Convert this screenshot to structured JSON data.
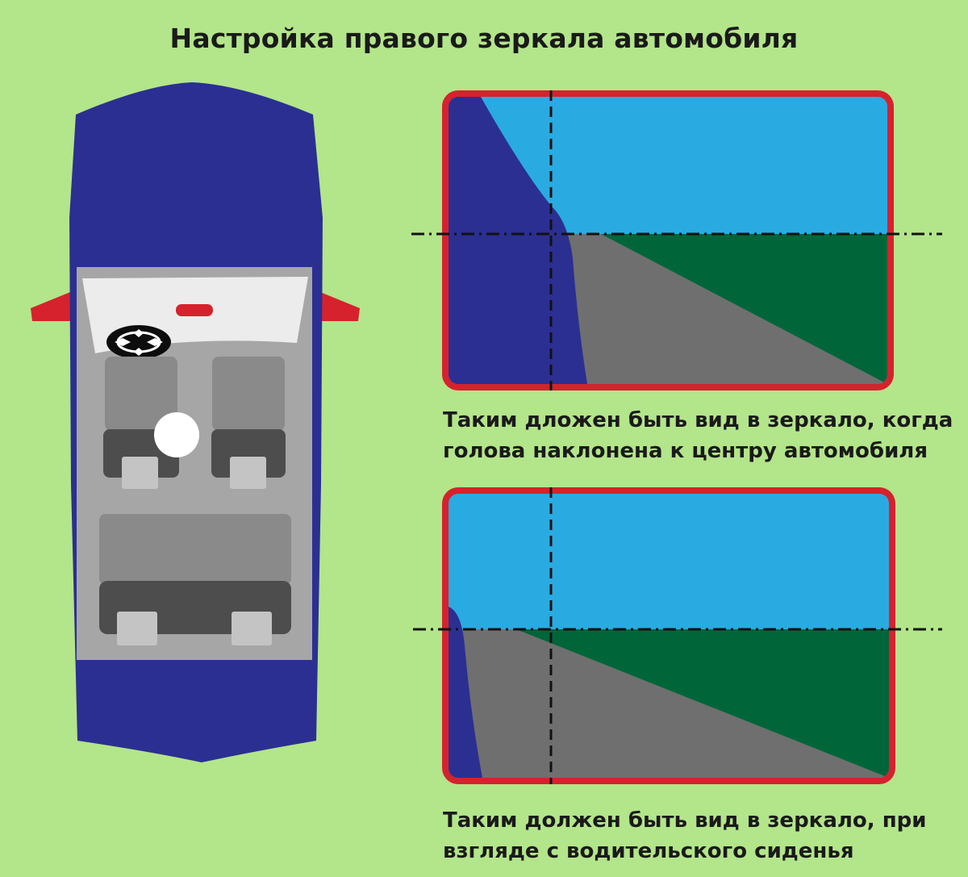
{
  "title": "Настройка правого зеркала автомобиля",
  "captions": [
    {
      "line1": "Таким дложен быть вид в зеркало, когда",
      "line2": "голова наклонена к центру автомобиля"
    },
    {
      "line1": "Таким должен быть вид в зеркало, при",
      "line2": "взгляде с водительского сиденья"
    }
  ],
  "colors": {
    "background": "#b3e58a",
    "car_body": "#2b2f92",
    "mirror_red": "#d6222d",
    "sky": "#29abe2",
    "road": "#6f6f6f",
    "grass": "#00663a",
    "interior": "#a6a6a6",
    "seat_light": "#8a8a8a",
    "seat_dark": "#4d4d4d",
    "dashboard": "#ececec",
    "head": "#ffffff"
  }
}
